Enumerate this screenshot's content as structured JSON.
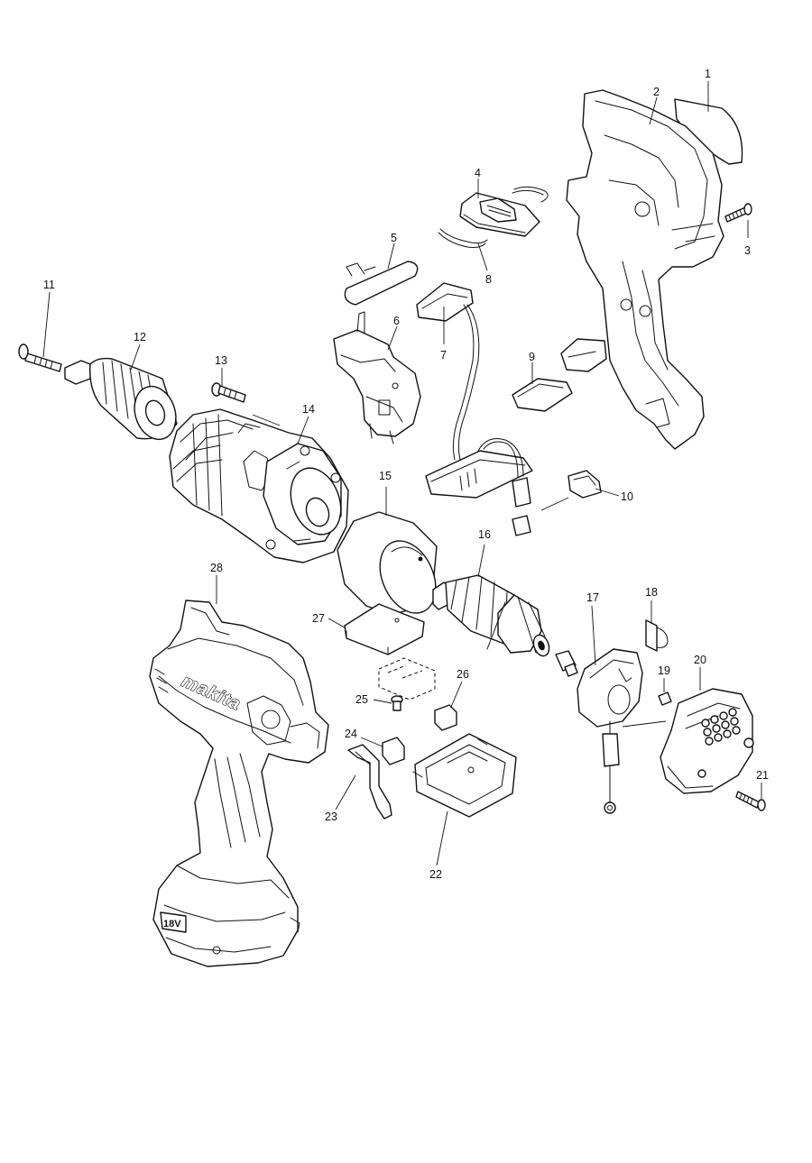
{
  "diagram": {
    "brand_mark": "makita",
    "battery_badge": "18V",
    "callouts": [
      {
        "id": "1",
        "label": "1"
      },
      {
        "id": "2",
        "label": "2"
      },
      {
        "id": "3",
        "label": "3"
      },
      {
        "id": "4",
        "label": "4"
      },
      {
        "id": "5",
        "label": "5"
      },
      {
        "id": "6",
        "label": "6"
      },
      {
        "id": "7",
        "label": "7"
      },
      {
        "id": "8",
        "label": "8"
      },
      {
        "id": "9",
        "label": "9"
      },
      {
        "id": "10",
        "label": "10"
      },
      {
        "id": "11",
        "label": "11"
      },
      {
        "id": "12",
        "label": "12"
      },
      {
        "id": "13",
        "label": "13"
      },
      {
        "id": "14",
        "label": "14"
      },
      {
        "id": "15",
        "label": "15"
      },
      {
        "id": "16",
        "label": "16"
      },
      {
        "id": "17",
        "label": "17"
      },
      {
        "id": "18",
        "label": "18"
      },
      {
        "id": "19",
        "label": "19"
      },
      {
        "id": "20",
        "label": "20"
      },
      {
        "id": "21",
        "label": "21"
      },
      {
        "id": "22",
        "label": "22"
      },
      {
        "id": "23",
        "label": "23"
      },
      {
        "id": "24",
        "label": "24"
      },
      {
        "id": "25",
        "label": "25"
      },
      {
        "id": "26",
        "label": "26"
      },
      {
        "id": "27",
        "label": "27"
      },
      {
        "id": "28",
        "label": "28"
      }
    ]
  }
}
